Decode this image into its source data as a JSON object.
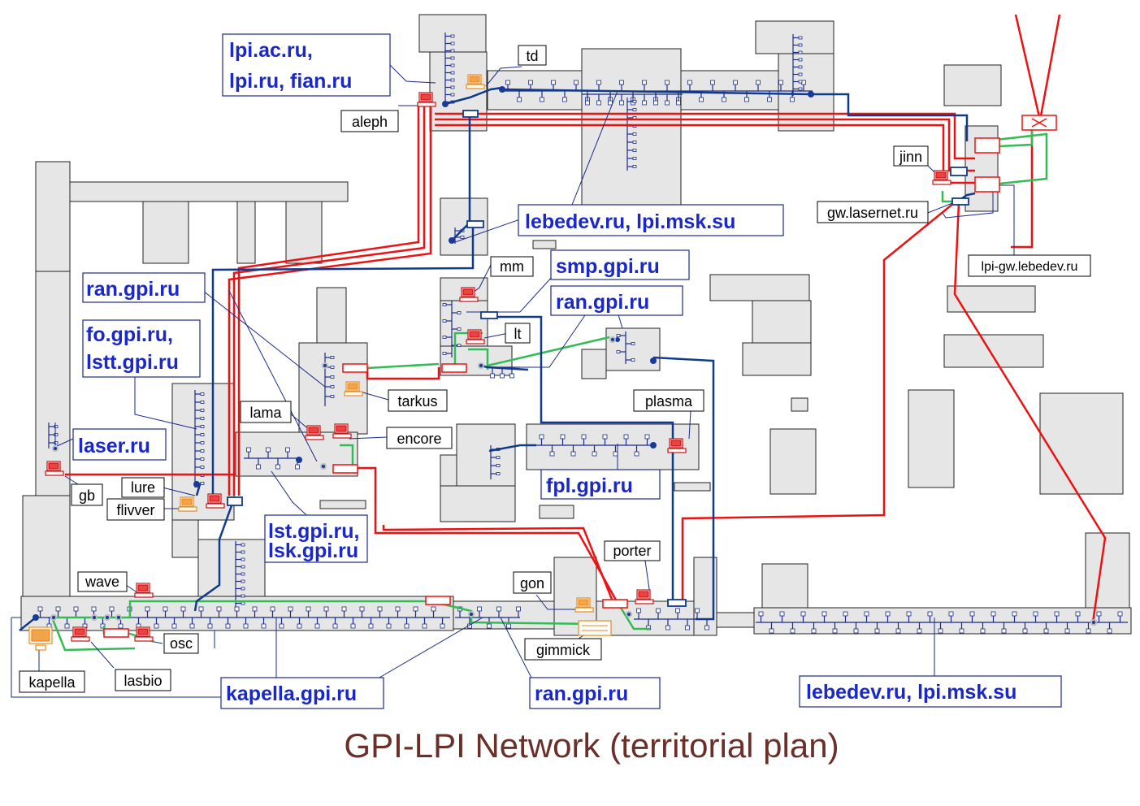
{
  "title": "GPI-LPI Network (territorial plan)",
  "domains": [
    {
      "lines": [
        "lpi.ac.ru,",
        "lpi.ru, fian.ru"
      ]
    },
    {
      "lines": [
        "lebedev.ru, lpi.msk.su"
      ]
    },
    {
      "lines": [
        "ran.gpi.ru"
      ]
    },
    {
      "lines": [
        "fo.gpi.ru,",
        "lstt.gpi.ru"
      ]
    },
    {
      "lines": [
        "smp.gpi.ru"
      ]
    },
    {
      "lines": [
        "ran.gpi.ru"
      ]
    },
    {
      "lines": [
        "laser.ru"
      ]
    },
    {
      "lines": [
        "fpl.gpi.ru"
      ]
    },
    {
      "lines": [
        "lst.gpi.ru,",
        "lsk.gpi.ru"
      ]
    },
    {
      "lines": [
        "kapella.gpi.ru"
      ]
    },
    {
      "lines": [
        "ran.gpi.ru"
      ]
    },
    {
      "lines": [
        "lebedev.ru, lpi.msk.su"
      ]
    }
  ],
  "hosts": [
    "td",
    "aleph",
    "jinn",
    "gw.lasernet.ru",
    "lpi-gw.lebedev.ru",
    "mm",
    "lt",
    "tarkus",
    "lama",
    "encore",
    "plasma",
    "lure",
    "flivver",
    "gb",
    "wave",
    "gon",
    "porter",
    "osc",
    "gimmick",
    "kapella",
    "lasbio"
  ],
  "colors": {
    "fiber": "#ee1111",
    "coax": "#123a8c",
    "twisted_pair": "#33bb55",
    "domain_text": "#1a28c8",
    "title": "#6b2f2a"
  }
}
